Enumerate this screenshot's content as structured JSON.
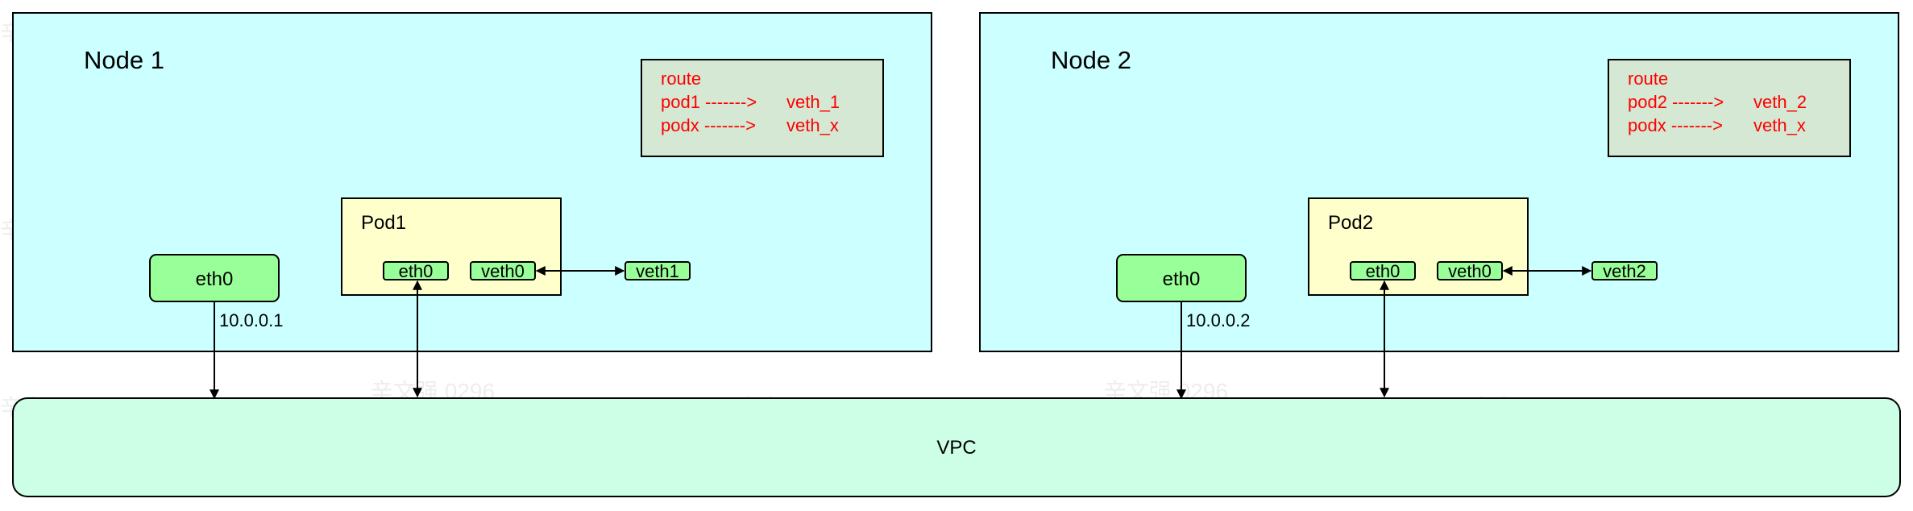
{
  "colors": {
    "node_fill": "#ccffff",
    "route_fill": "#d5e8d4",
    "pod_fill": "#ffffcc",
    "iface_fill": "#99ff99",
    "vpc_fill": "#ccffe6",
    "route_text": "#ff0000",
    "stroke": "#000000"
  },
  "watermark": "辛文强 0296",
  "nodes": [
    {
      "title": "Node 1",
      "route": {
        "header": "route",
        "rows": [
          {
            "left": "pod1 ------->",
            "right": "veth_1"
          },
          {
            "left": "podx ------->",
            "right": "veth_x"
          }
        ]
      },
      "pod": {
        "label": "Pod1",
        "eth0": "eth0",
        "veth0": "veth0"
      },
      "host_eth0": "eth0",
      "host_ip": "10.0.0.1",
      "veth_host": "veth1"
    },
    {
      "title": "Node 2",
      "route": {
        "header": "route",
        "rows": [
          {
            "left": "pod2 ------->",
            "right": "veth_2"
          },
          {
            "left": "podx ------->",
            "right": "veth_x"
          }
        ]
      },
      "pod": {
        "label": "Pod2",
        "eth0": "eth0",
        "veth0": "veth0"
      },
      "host_eth0": "eth0",
      "host_ip": "10.0.0.2",
      "veth_host": "veth2"
    }
  ],
  "vpc": {
    "label": "VPC"
  }
}
